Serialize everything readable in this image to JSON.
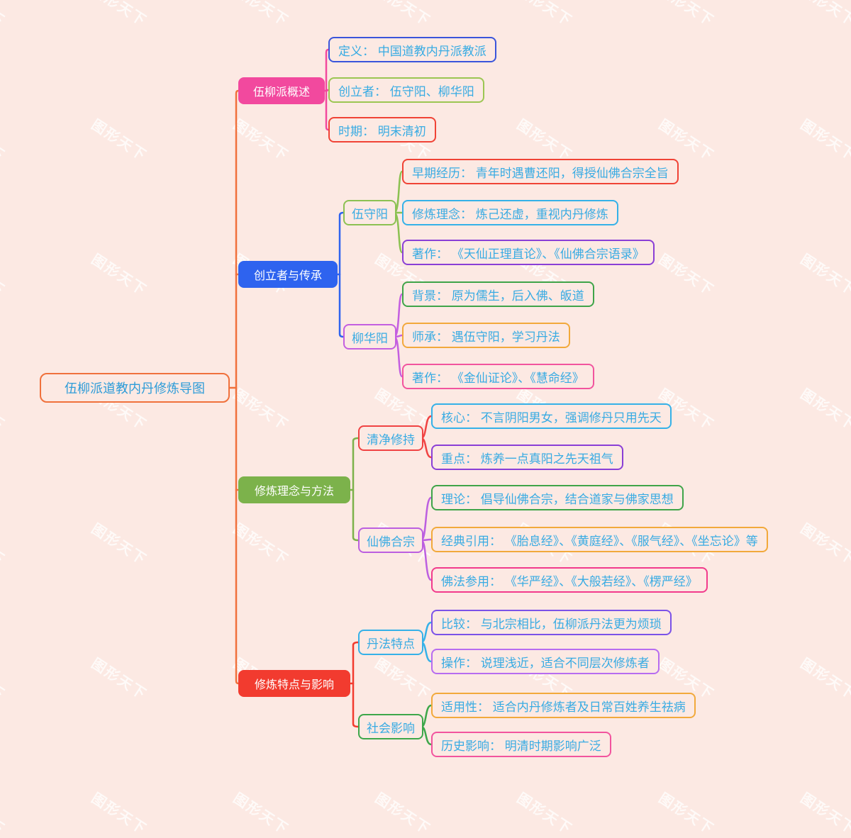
{
  "page": {
    "background": "#FCE9E3"
  },
  "watermark": {
    "text": "图形天下"
  },
  "root": {
    "label": "伍柳派道教内丹修炼导图",
    "border": "#F0713C",
    "text_color": "#2E9CD8"
  },
  "trunk_color": "#F0713C",
  "node_text_color": "#38ABE3",
  "branches": [
    {
      "label": "伍柳派概述",
      "fill": "#F2499E",
      "children": [
        {
          "label": "定义： 中国道教内丹派教派",
          "border": "#3A55DB"
        },
        {
          "label": "创立者： 伍守阳、柳华阳",
          "border": "#9CC653"
        },
        {
          "label": "时期： 明末清初",
          "border": "#F04336"
        }
      ]
    },
    {
      "label": "创立者与传承",
      "fill": "#2E63EF",
      "subtopics": [
        {
          "label": "伍守阳",
          "border": "#8CC152",
          "children": [
            {
              "label": "早期经历： 青年时遇曹还阳，得授仙佛合宗全旨",
              "border": "#F04336"
            },
            {
              "label": "修炼理念： 炼己还虚，重视内丹修炼",
              "border": "#35B1E8"
            },
            {
              "label": "著作： 《天仙正理直论》、《仙佛合宗语录》",
              "border": "#8A3FD6"
            }
          ]
        },
        {
          "label": "柳华阳",
          "border": "#C45FE0",
          "children": [
            {
              "label": "背景： 原为儒生，后入佛、皈道",
              "border": "#3FA449"
            },
            {
              "label": "师承： 遇伍守阳，学习丹法",
              "border": "#F2A93B"
            },
            {
              "label": "著作： 《金仙证论》、《慧命经》",
              "border": "#F2549E"
            }
          ]
        }
      ]
    },
    {
      "label": "修炼理念与方法",
      "fill": "#7CB24B",
      "subtopics": [
        {
          "label": "清净修持",
          "border": "#F04343",
          "children": [
            {
              "label": "核心： 不言阴阳男女，强调修丹只用先天",
              "border": "#35B1E8"
            },
            {
              "label": "重点： 炼养一点真阳之先天祖气",
              "border": "#8A3FD6"
            }
          ]
        },
        {
          "label": "仙佛合宗",
          "border": "#BC5FE0",
          "children": [
            {
              "label": "理论： 倡导仙佛合宗，结合道家与佛家思想",
              "border": "#3FA449"
            },
            {
              "label": "经典引用： 《胎息经》、《黄庭经》、《服气经》、《坐忘论》等",
              "border": "#F2A93B"
            },
            {
              "label": "佛法参用： 《华严经》、《大般若经》、《楞严经》",
              "border": "#F23B8C"
            }
          ]
        }
      ]
    },
    {
      "label": "修炼特点与影响",
      "fill": "#F23B2F",
      "subtopics": [
        {
          "label": "丹法特点",
          "border": "#35B1E8",
          "children": [
            {
              "label": "比较： 与北宗相比，伍柳派丹法更为烦琐",
              "border": "#7B52E8"
            },
            {
              "label": "操作： 说理浅近，适合不同层次修炼者",
              "border": "#B76CF0"
            }
          ]
        },
        {
          "label": "社会影响",
          "border": "#3DA74A",
          "children": [
            {
              "label": "适用性： 适合内丹修炼者及日常百姓养生祛病",
              "border": "#F2A93B"
            },
            {
              "label": "历史影响： 明清时期影响广泛",
              "border": "#F2549E"
            }
          ]
        }
      ]
    }
  ]
}
